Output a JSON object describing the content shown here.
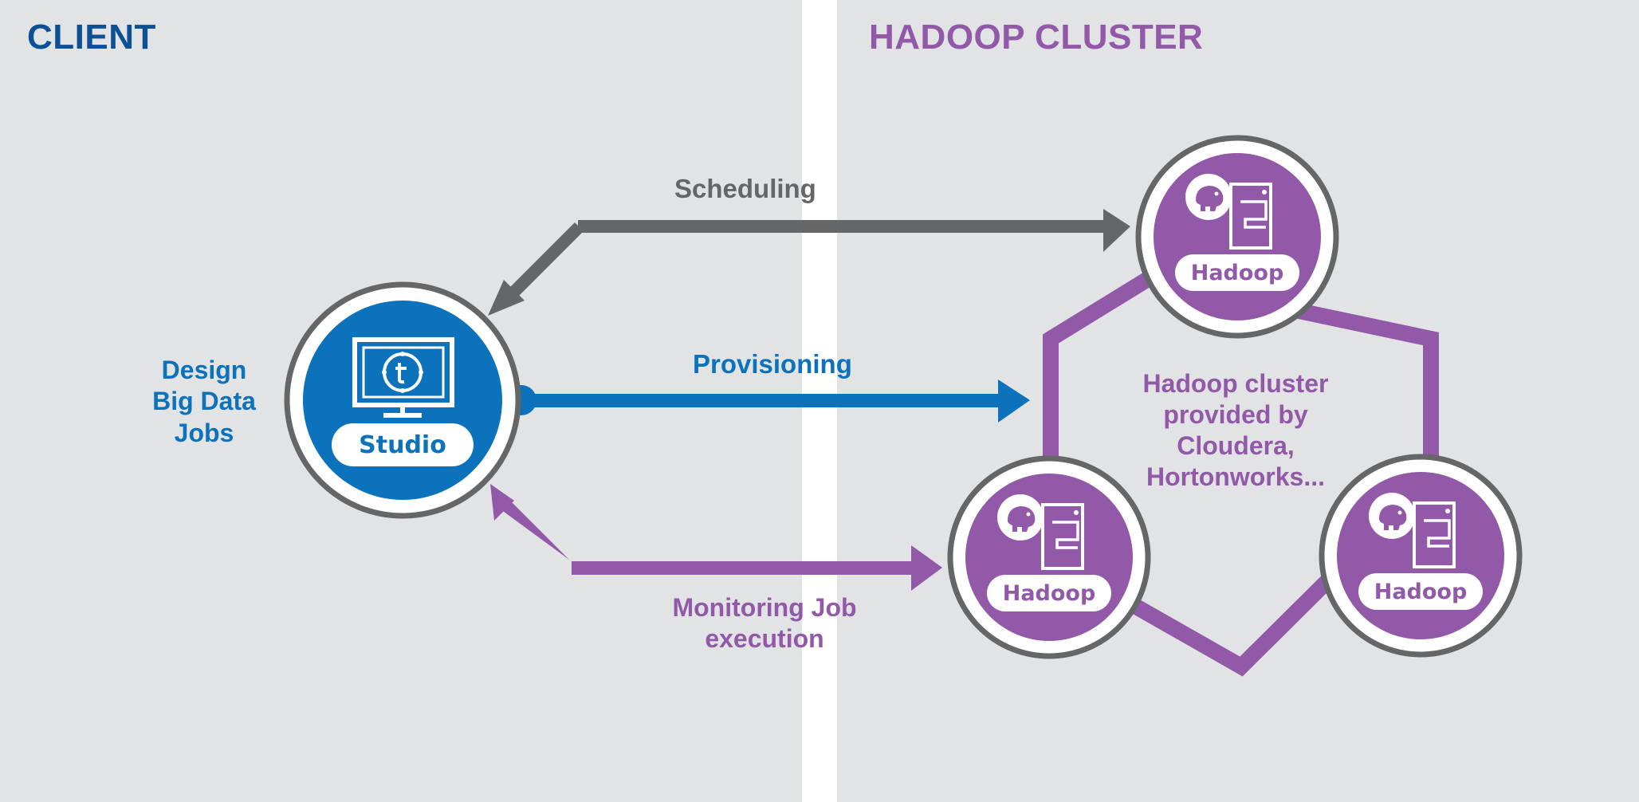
{
  "client_heading": "CLIENT",
  "cluster_heading": "HADOOP CLUSTER",
  "studio": {
    "label": "Studio",
    "caption": [
      "Design",
      "Big Data",
      "Jobs"
    ],
    "icon": "monitor-icon"
  },
  "arrows": {
    "scheduling": "Scheduling",
    "provisioning": "Provisioning",
    "monitoring": [
      "Monitoring Job",
      "execution"
    ]
  },
  "cluster": {
    "caption": [
      "Hadoop cluster",
      "provided by",
      "Cloudera,",
      "Hortonworks..."
    ],
    "nodes": [
      {
        "label": "Hadoop",
        "icon": "server-icon",
        "badge_icon": "elephant-icon"
      },
      {
        "label": "Hadoop",
        "icon": "server-icon",
        "badge_icon": "elephant-icon"
      },
      {
        "label": "Hadoop",
        "icon": "server-icon",
        "badge_icon": "elephant-icon"
      }
    ]
  },
  "colors": {
    "client_blue": "#0c72bb",
    "client_heading": "#0c5196",
    "purple": "#9159a7",
    "gray_arrow": "#646668",
    "ring": "#646668",
    "background": "#e2e3e5"
  }
}
